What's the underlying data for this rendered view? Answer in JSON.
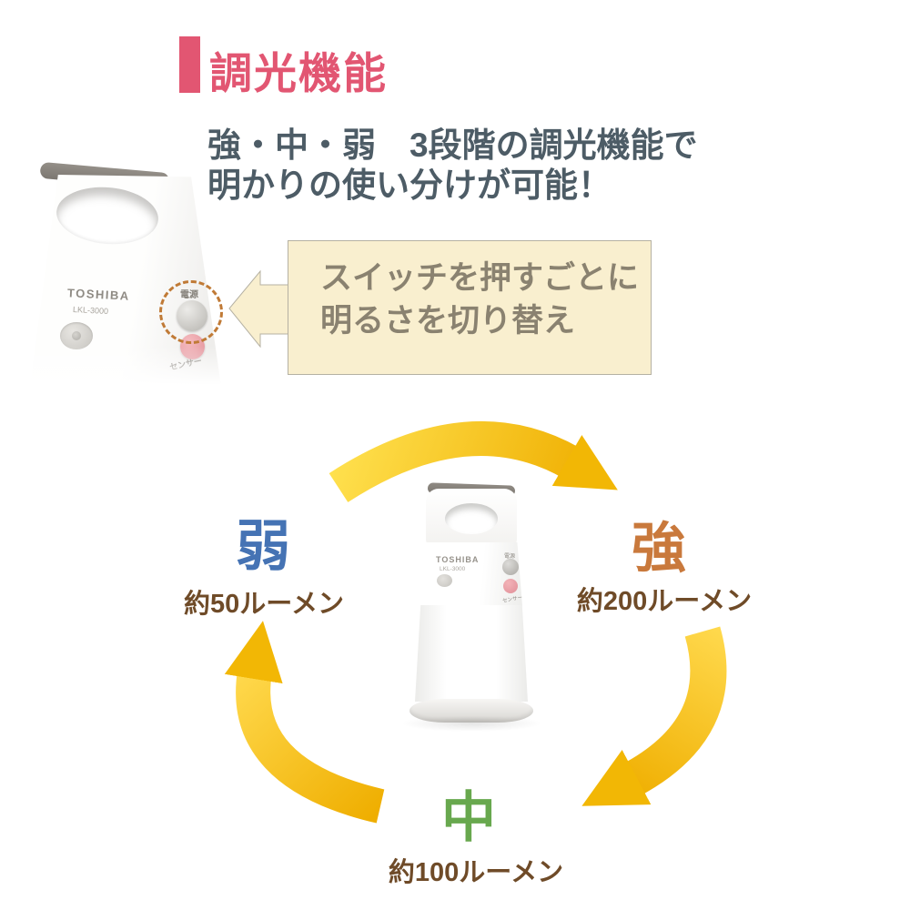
{
  "header": {
    "title": "調光機能",
    "accent_color": "#e25672"
  },
  "intro": {
    "line1": "強・中・弱　3段階の調光機能で",
    "line2": "明かりの使い分けが可能！",
    "text_color": "#4d5c66"
  },
  "callout": {
    "line1": "スイッチを押すごとに",
    "line2": "明るさを切り替え",
    "bg_color": "#f9efcf",
    "text_color": "#8a8270"
  },
  "product": {
    "brand": "TOSHIBA",
    "model": "LKL-3000",
    "power_button_label": "電源",
    "sensor_button_label": "センサー"
  },
  "cycle": {
    "direction": "clockwise",
    "arrow_color_light": "#ffdf45",
    "arrow_color_dark": "#efae00",
    "lumens_text_color": "#6f4b28",
    "modes": [
      {
        "position": "left",
        "label": "弱",
        "lumens": "約50ルーメン",
        "color": "#4573b4"
      },
      {
        "position": "right",
        "label": "強",
        "lumens": "約200ルーメン",
        "color": "#c9793c"
      },
      {
        "position": "bottom",
        "label": "中",
        "lumens": "約100ルーメン",
        "color": "#68a84e"
      }
    ]
  }
}
